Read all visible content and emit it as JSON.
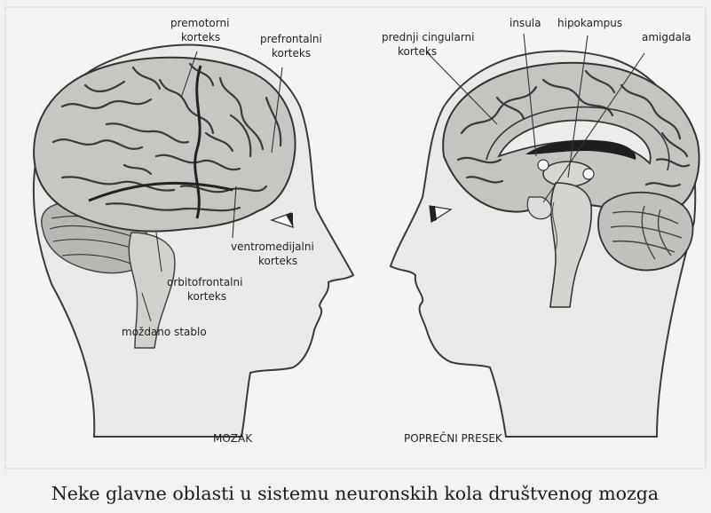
{
  "left_figure": {
    "caption": "MOZAK",
    "labels": {
      "premotorni_1": "premotorni",
      "premotorni_2": "korteks",
      "prefrontalni_1": "prefrontalni",
      "prefrontalni_2": "korteks",
      "ventromedijalni_1": "ventromedijalni",
      "ventromedijalni_2": "korteks",
      "orbitofrontalni_1": "orbitofrontalni",
      "orbitofrontalni_2": "korteks",
      "mozdano_stablo": "moždano stablo"
    }
  },
  "right_figure": {
    "caption": "POPREČNI PRESEK",
    "labels": {
      "cingularni_1": "prednji cingularni",
      "cingularni_2": "korteks",
      "insula": "insula",
      "hipokampus": "hipokampus",
      "amigdala": "amigdala"
    }
  },
  "figure_caption": "Neke glavne oblasti u sistemu neuronskih kola društvenog mozga"
}
